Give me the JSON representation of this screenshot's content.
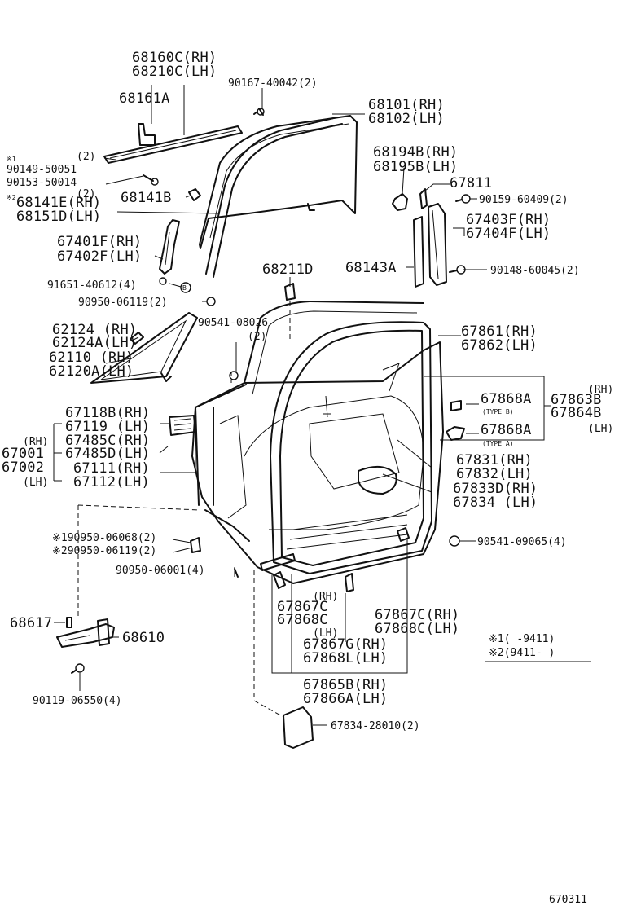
{
  "labels": {
    "p68160C": "68160C(RH)",
    "p68210C": "68210C(LH)",
    "p90167": "90167-40042(2)",
    "p68161A": "68161A",
    "p68101": "68101(RH)",
    "p68102": "68102(LH)",
    "p90149_note": "※1",
    "p90149_qty": "(2)",
    "p90149": "90149-50051",
    "p90153": "90153-50014",
    "p68141E_note": "※2",
    "p68141E_qty": "(2)",
    "p68141E": "68141E(RH)",
    "p68151D": "68151D(LH)",
    "p68141B": "68141B",
    "p68194B": "68194B(RH)",
    "p68195B": "68195B(LH)",
    "p67811": "67811",
    "p90159": "90159-60409(2)",
    "p67403F": "67403F(RH)",
    "p67404F": "67404F(LH)",
    "p67401F": "67401F(RH)",
    "p67402F": "67402F(LH)",
    "p68211D": "68211D",
    "p68143A": "68143A",
    "p90148": "90148-60045(2)",
    "p91651": "91651-40612(4)",
    "p90950a": "90950-06119(2)",
    "p90541a": "90541-08026",
    "p90541a_qty": "(2)",
    "p62124": "62124  (RH)",
    "p62124A": "62124A(LH)",
    "p62110": "62110  (RH)",
    "p62120A": "62120A(LH)",
    "p67861": "67861(RH)",
    "p67862": "67862(LH)",
    "p67118B": "67118B(RH)",
    "p67119": "67119  (LH)",
    "p67485C": "67485C(RH)",
    "p67485D": "67485D(LH)",
    "p67111": "67111(RH)",
    "p67112": "67112(LH)",
    "p67001_rh": "(RH)",
    "p67001": "67001",
    "p67002": "67002",
    "p67002_lh": "(LH)",
    "p67868A_b": "67868A",
    "p67868A_b_type": "(TYPE B)",
    "p67868A_a": "67868A",
    "p67868A_a_type": "(TYPE A)",
    "p67863B_rh": "(RH)",
    "p67863B": "67863B",
    "p67864B": "67864B",
    "p67864B_lh": "(LH)",
    "p67831": "67831(RH)",
    "p67832": "67832(LH)",
    "p67833D": "67833D(RH)",
    "p67834": "67834  (LH)",
    "p90950b": "※190950-06068(2)",
    "p90950c": "※290950-06119(2)",
    "p90541b": "90541-09065(4)",
    "p90950d": "90950-06001(4)",
    "p67867C_rh": "(RH)",
    "p67867C": "67867C",
    "p67868C": "67868C",
    "p67868C_lh": "(LH)",
    "p67867C_r": "67867C(RH)",
    "p67868C_r": "67868C(LH)",
    "p68617": "68617",
    "p68610": "68610",
    "p67867G": "67867G(RH)",
    "p67868L": "67868L(LH)",
    "p90119": "90119-06550(4)",
    "p67865B": "67865B(RH)",
    "p67866A": "67866A(LH)",
    "p67834_28010": "67834-28010(2)",
    "note1": "※1(         -9411)",
    "note2": "※2(9411-        )",
    "catalog_code": "670311"
  }
}
